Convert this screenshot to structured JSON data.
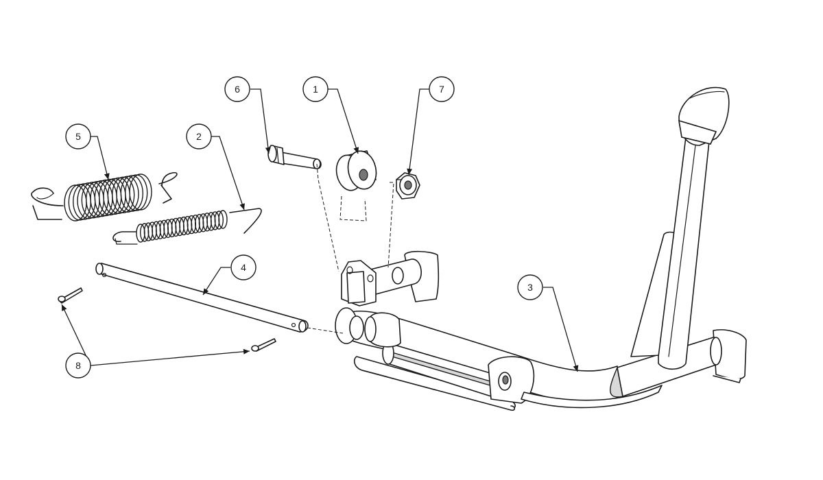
{
  "balloons": [
    {
      "id": "1",
      "label": "1"
    },
    {
      "id": "2",
      "label": "2"
    },
    {
      "id": "3",
      "label": "3"
    },
    {
      "id": "4",
      "label": "4"
    },
    {
      "id": "5",
      "label": "5"
    },
    {
      "id": "6",
      "label": "6"
    },
    {
      "id": "7",
      "label": "7"
    },
    {
      "id": "8",
      "label": "8"
    }
  ],
  "colors": {
    "line": "#1a1a1a",
    "shade": "#d9d9d9",
    "background": "#ffffff"
  }
}
